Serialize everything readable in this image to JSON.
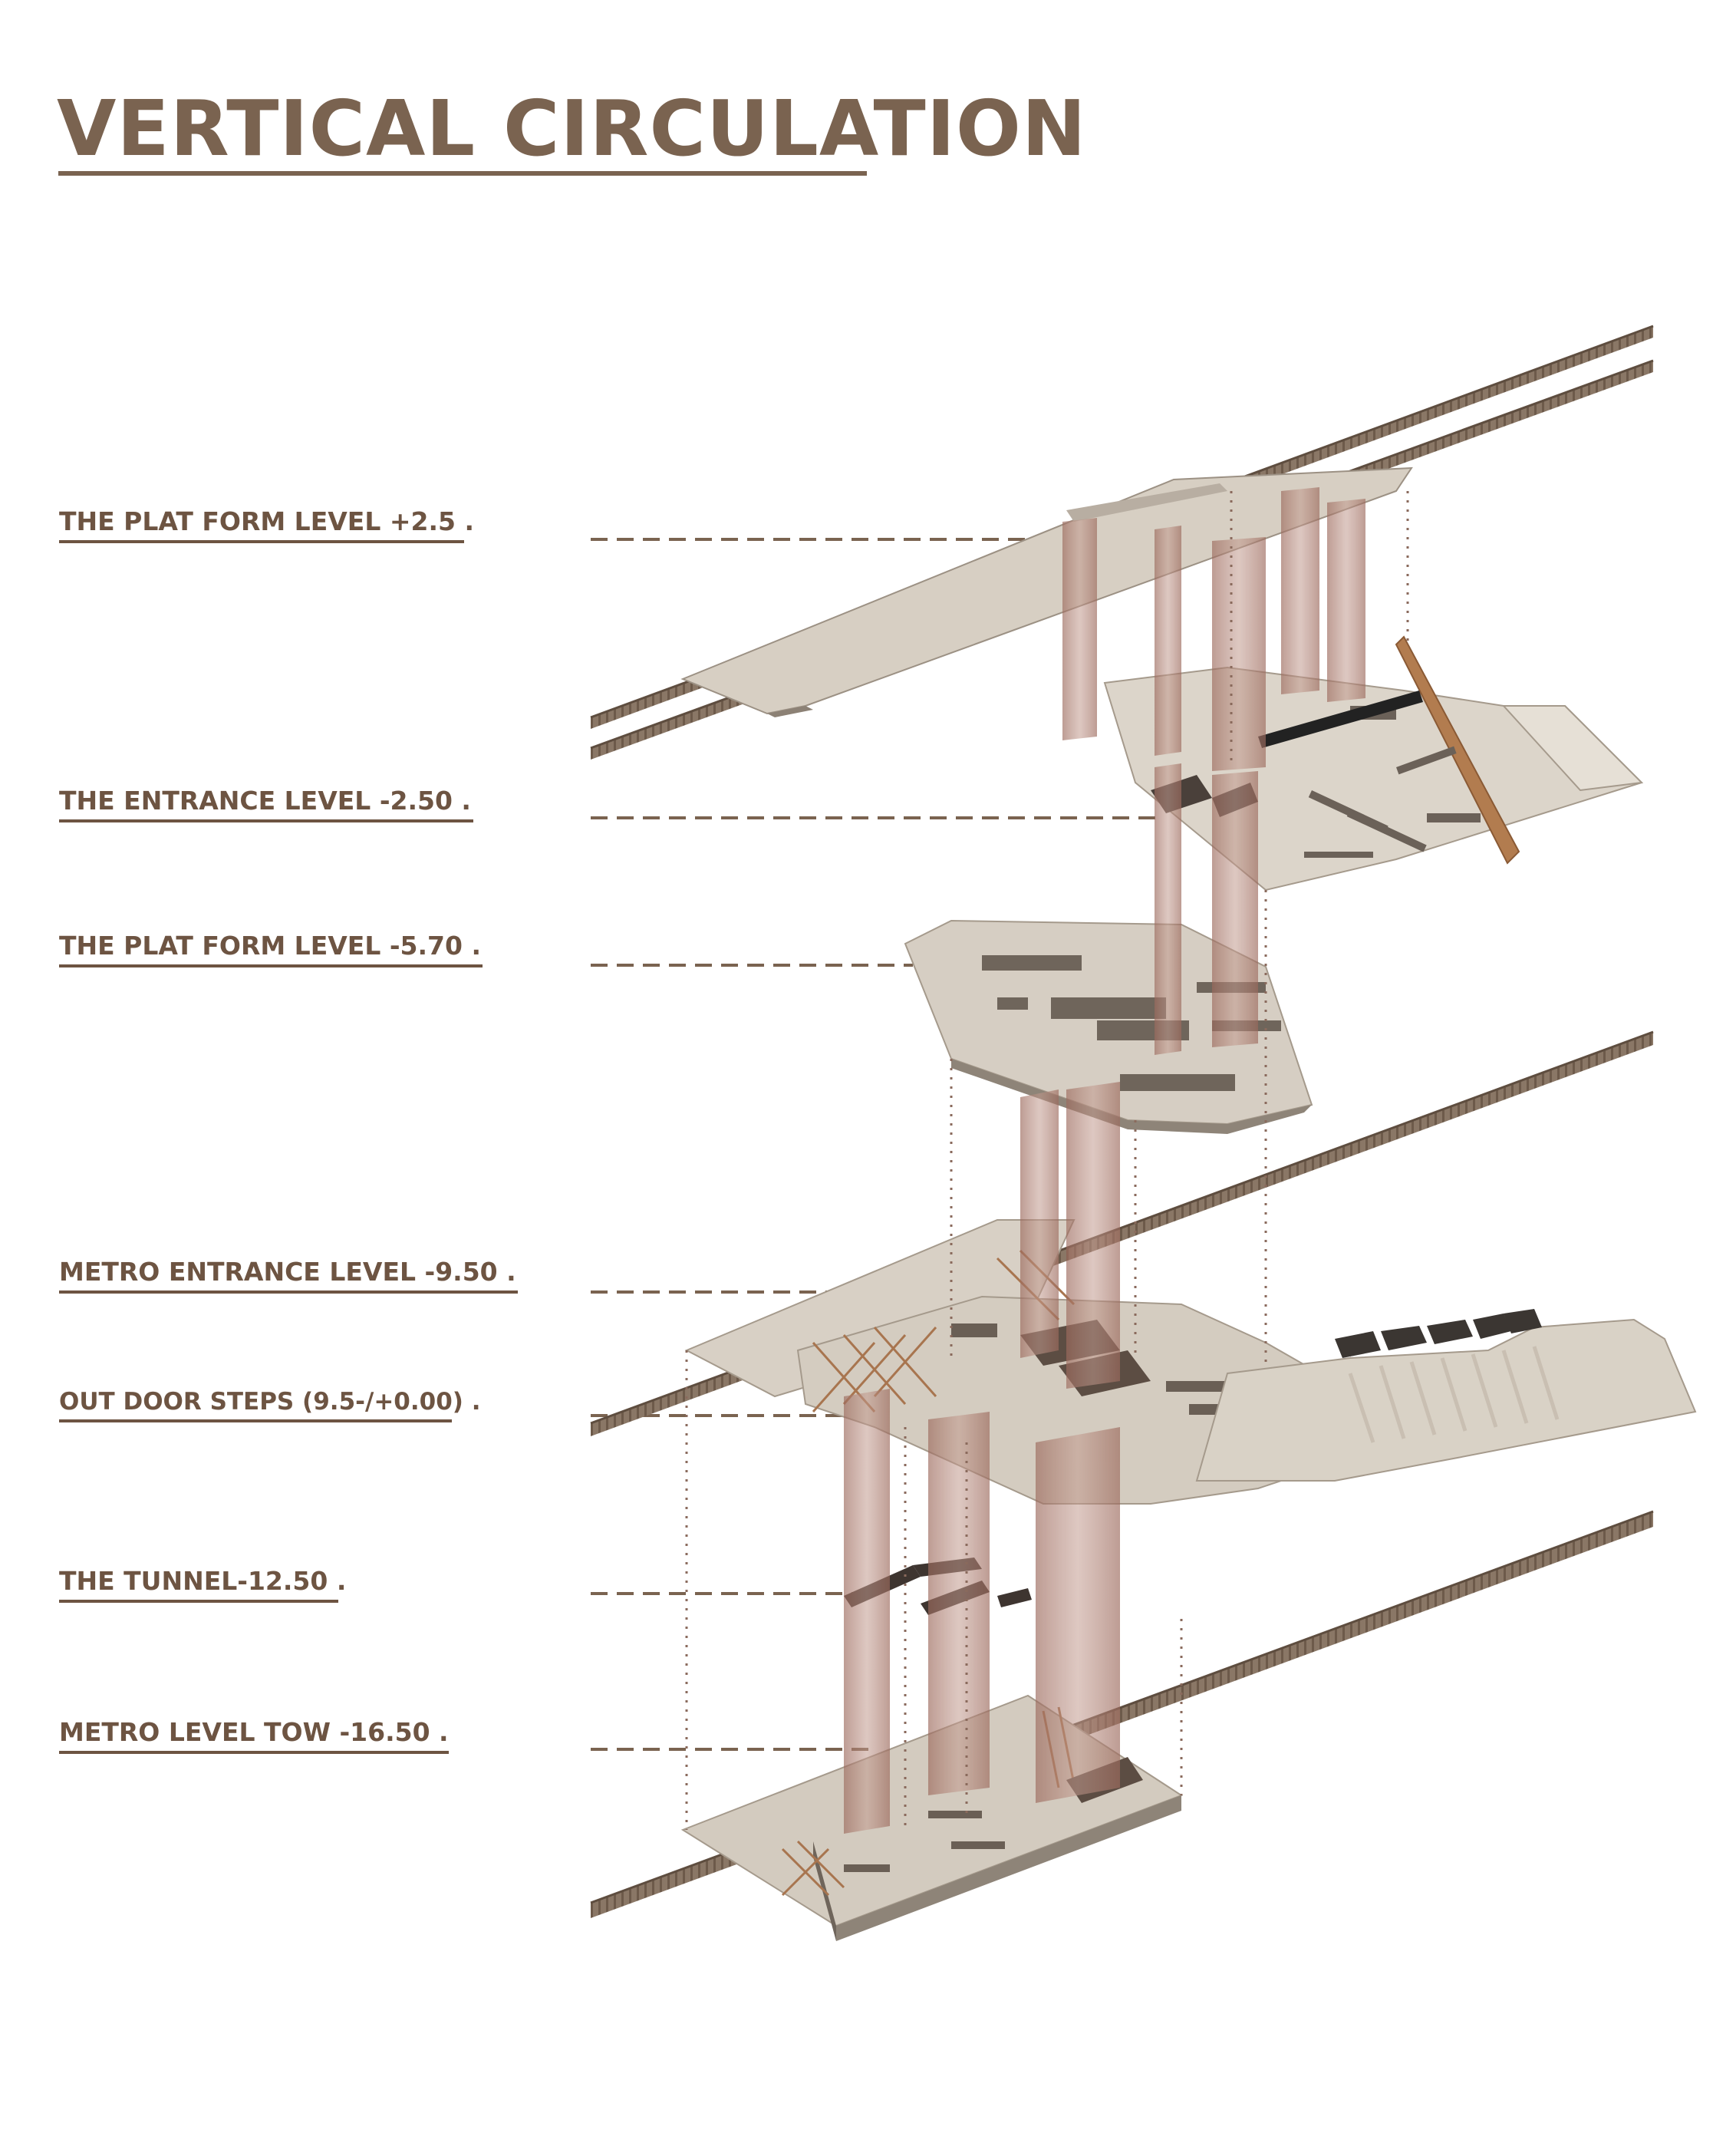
{
  "title": "VERTICAL CIRCULATION",
  "colors": {
    "title": "#7a6350",
    "label": "#6d5442",
    "slab": "#d9d2c7",
    "slab_edge": "#a59a8c",
    "core": "#a9786a",
    "rail": "#7c6a5a"
  },
  "levels": [
    {
      "id": "platform-plus-2-5",
      "label": "THE PLAT FORM LEVEL +2.5 ."
    },
    {
      "id": "entrance-minus-2-50",
      "label": "THE ENTRANCE LEVEL -2.50 ."
    },
    {
      "id": "platform-minus-5-70",
      "label": "THE PLAT FORM LEVEL -5.70 ."
    },
    {
      "id": "metro-entrance-minus-9-50",
      "label": "METRO ENTRANCE LEVEL -9.50 ."
    },
    {
      "id": "outdoor-steps",
      "label": "OUT DOOR STEPS (9.5-/+0.00) ."
    },
    {
      "id": "tunnel-minus-12-50",
      "label": "THE TUNNEL-12.50 ."
    },
    {
      "id": "metro-level-two-minus-16-50",
      "label": "METRO LEVEL TOW  -16.50 ."
    }
  ]
}
